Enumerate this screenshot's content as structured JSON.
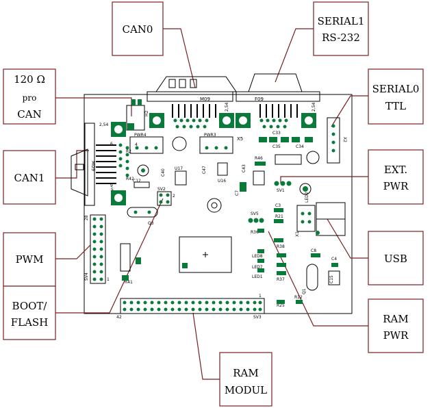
{
  "callouts": {
    "can0": [
      "CAN0"
    ],
    "serial1": [
      "SERIAL1",
      "RS-232"
    ],
    "can120": [
      "120 Ω",
      "pro",
      "CAN"
    ],
    "serial0": [
      "SERIAL0",
      "TTL"
    ],
    "can1": [
      "CAN1"
    ],
    "extpwr": [
      "EXT.",
      "PWR"
    ],
    "pwm": [
      "PWM"
    ],
    "usb": [
      "USB"
    ],
    "boot": [
      "BOOT/",
      "FLASH"
    ],
    "rampwr": [
      "RAM",
      "PWR"
    ],
    "ramm": [
      "RAM",
      "MODUL"
    ]
  },
  "labels": {
    "m09": "M09",
    "f09": "F09",
    "pwr4": "PWR4",
    "pwr3": "PWR3",
    "x5": "X5",
    "x2": "X2",
    "n254a": "2,54",
    "n254b": "2,54",
    "n254c": "2,54",
    "sv2": "SV2",
    "sv1": "SV1",
    "sv4": "SV4",
    "sv5": "SV5",
    "sv3": "SV3",
    "q3": "Q3",
    "q1": "Q1",
    "u16": "U16",
    "u17": "U17",
    "x1": "X1",
    "r46": "R46",
    "r36": "R36",
    "r21": "R21",
    "r38": "R38",
    "r37": "R37",
    "r25": "R25",
    "c3": "C3",
    "c4": "C4",
    "c8": "C8",
    "c15": "C15",
    "c33": "C33",
    "c34": "C34",
    "c35": "C35",
    "c40": "C40",
    "c43": "C43",
    "c47": "C47",
    "led8": "LED8",
    "led7": "LED7",
    "led1": "LED1",
    "led2": "LED2",
    "r2": "R2",
    "r12": "R12",
    "r42": "R42",
    "r41": "R41",
    "c7": "C7",
    "c12": "C12",
    "h2": "H2",
    "v1": "1",
    "v9": "9",
    "v5": "5",
    "v6": "6",
    "p1": "1",
    "p42": "42",
    "p2": "2",
    "p28": "28",
    "p4": "4"
  }
}
